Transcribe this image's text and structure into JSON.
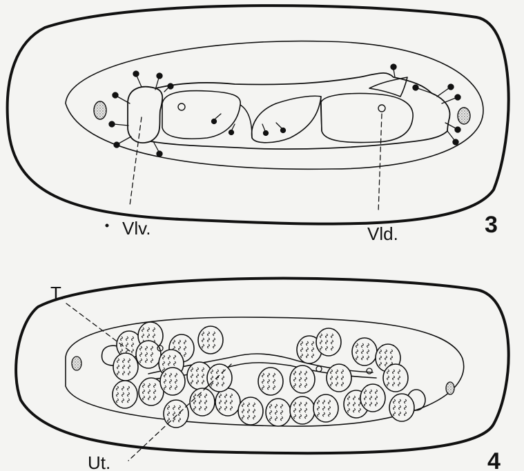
{
  "figure3": {
    "labels": {
      "left": "Vlv.",
      "right": "Vld."
    },
    "number": "3"
  },
  "figure4": {
    "labels": {
      "top": "T.",
      "bottom": "Ut."
    },
    "number": "4"
  },
  "colors": {
    "ink": "#111111",
    "paper": "#f4f4f2",
    "stipple": "#8a8a8a"
  }
}
